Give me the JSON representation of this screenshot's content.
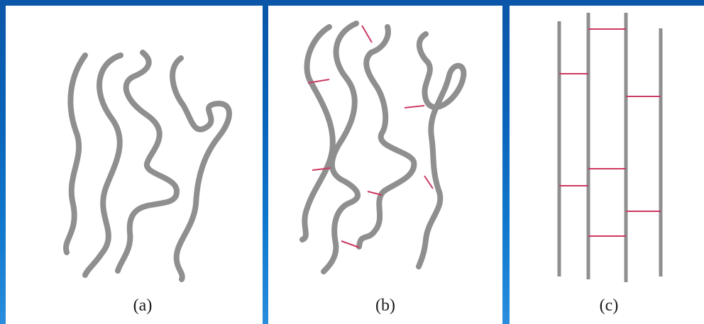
{
  "colors": {
    "background": "#0a63b8",
    "panel": "#ffffff",
    "chain": "#8f8f8f",
    "crosslink": "#cc3a62",
    "caption": "#1a1a1a"
  },
  "panels": [
    {
      "id": "a",
      "caption": "(a)"
    },
    {
      "id": "b",
      "caption": "(b)"
    },
    {
      "id": "c",
      "caption": "(c)"
    }
  ]
}
